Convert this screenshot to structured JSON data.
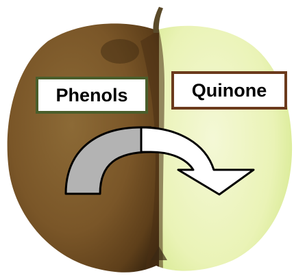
{
  "labels": {
    "left": "Phenols",
    "right": "Quinone"
  },
  "colors": {
    "background": "#ffffff",
    "browned_flesh": "#7a5628",
    "browned_dark": "#3b2710",
    "fresh_flesh": "#eaf3b6",
    "fresh_skin": "#b9d36a",
    "stem": "#5a4a2a",
    "left_box_border": "#4a5e2b",
    "right_box_border": "#6b3a1c",
    "arrow_left_fill": "#b3b3b3",
    "arrow_right_fill": "#ffffff",
    "arrow_outline": "#000000"
  },
  "icons": {
    "apple": "halved-apple-illustration",
    "arrow": "curved-transformation-arrow"
  }
}
